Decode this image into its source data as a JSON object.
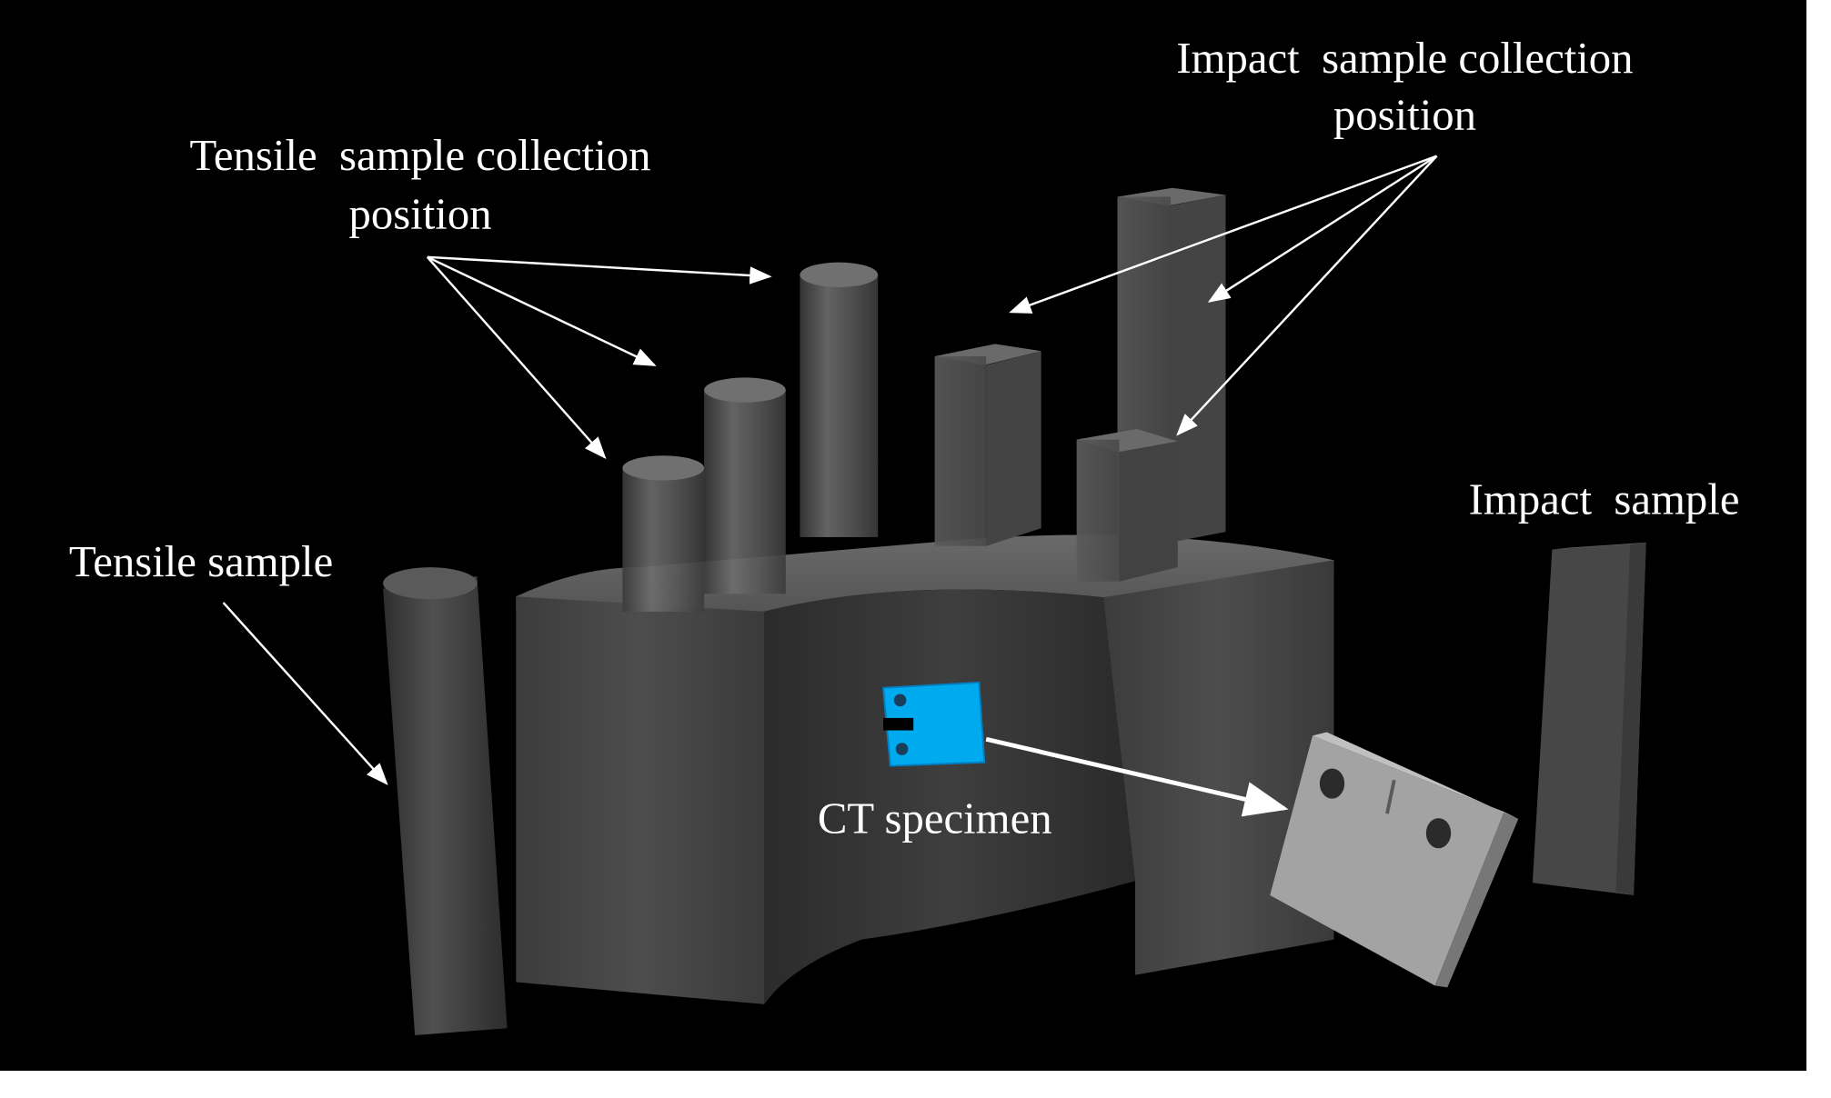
{
  "labels": {
    "tensile_collection_line1": "Tensile  sample collection",
    "tensile_collection_line2": "position",
    "impact_collection_line1": "Impact  sample collection",
    "impact_collection_line2": "position",
    "tensile_sample": "Tensile sample",
    "impact_sample": "Impact  sample",
    "ct_specimen": "CT specimen"
  },
  "colors": {
    "background": "#000000",
    "block": "#4a4a4a",
    "ct_blue": "#00aaee",
    "ct_plate": "#9a9a9a",
    "arrow": "#ffffff"
  }
}
